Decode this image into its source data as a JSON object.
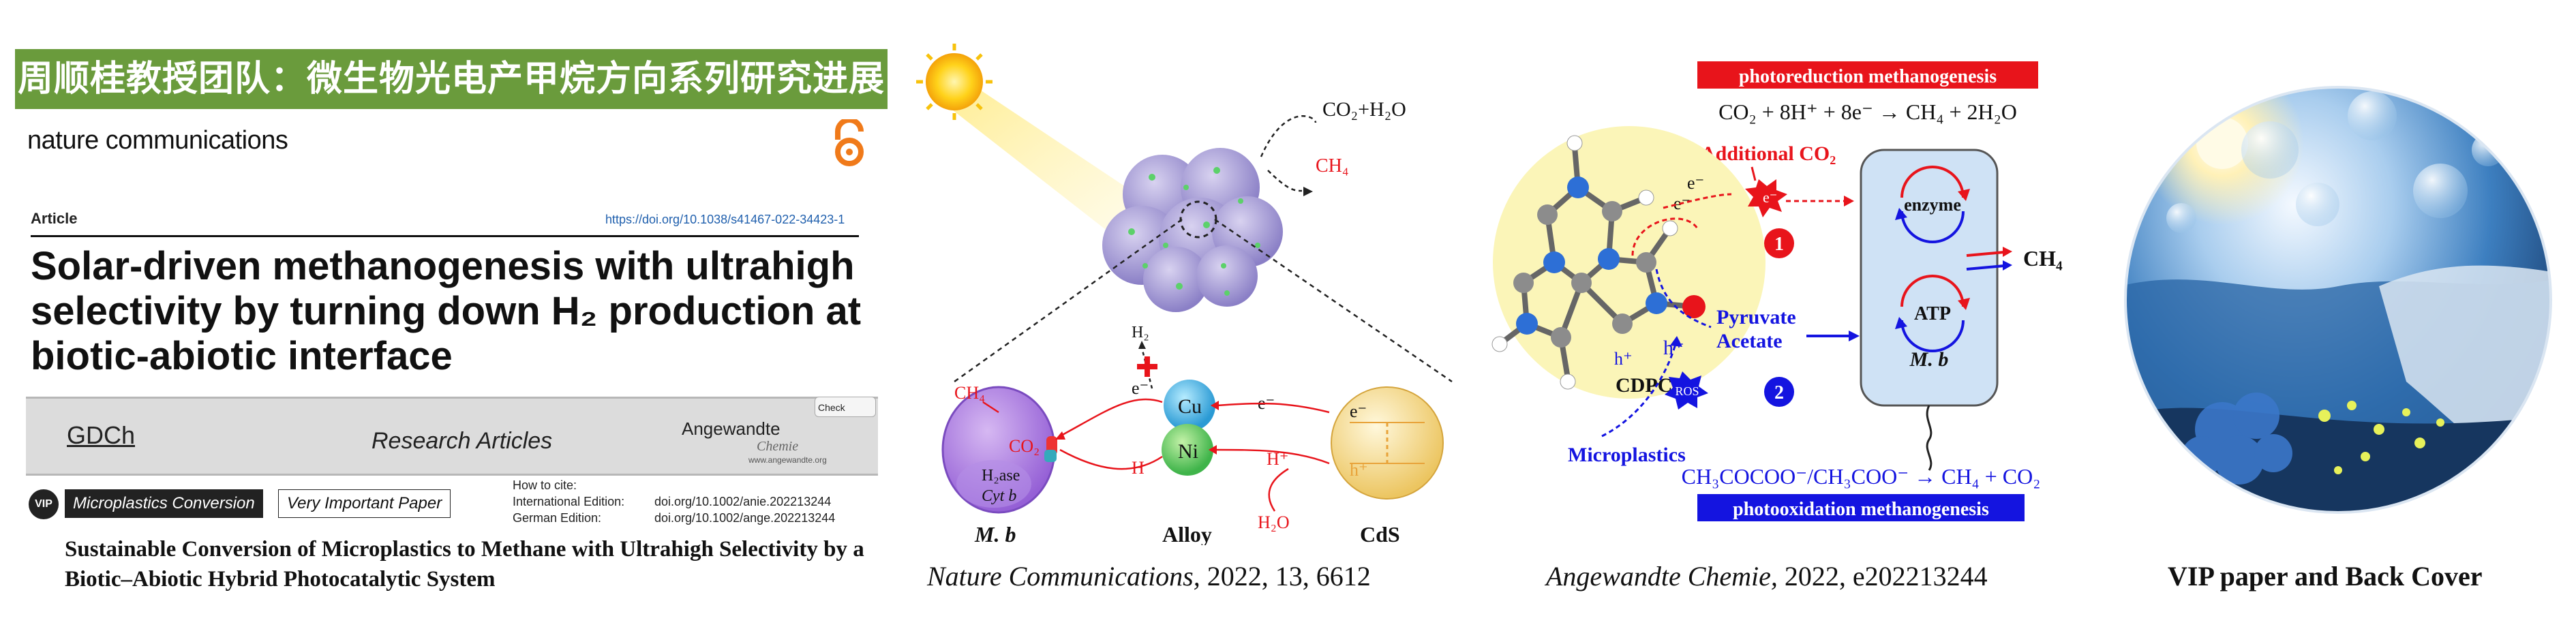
{
  "banner": "周顺桂教授团队：微生物光电产甲烷方向系列研究进展",
  "nature_article": {
    "journal": "nature communications",
    "article_type": "Article",
    "doi": "https://doi.org/10.1038/s41467-022-34423-1",
    "title": "Solar-driven methanogenesis with ultrahigh selectivity by turning down H₂ production at biotic-abiotic interface"
  },
  "angewandte_article": {
    "society": "GDCh",
    "section": "Research Articles",
    "journal_name": "Angewandte",
    "journal_subname": "Chemie",
    "check": "Check",
    "journal_url": "www.angewandte.org",
    "badge": "VIP",
    "tag": "Microplastics Conversion",
    "vip_label": "Very Important Paper",
    "cite_heading": "How to cite:",
    "intl_label": "International Edition:",
    "intl_doi": "doi.org/10.1002/anie.202213244",
    "german_label": "German Edition:",
    "german_doi": "doi.org/10.1002/ange.202213244",
    "title": "Sustainable Conversion of Microplastics to Methane with Ultrahigh Selectivity by a Biotic–Abiotic Hybrid Photocatalytic System"
  },
  "figure_nc": {
    "co2h2o": "CO₂+H₂O",
    "ch4_top": "CH₄",
    "h2": "H₂",
    "ch4_left": "CH₄",
    "co2": "CO₂",
    "hase": "H₂ase",
    "cytb": "Cyt b",
    "e_left": "e⁻",
    "h_left": "H",
    "cu": "Cu",
    "ni": "Ni",
    "e_right": "e⁻",
    "h_right": "H⁺",
    "h2o": "H₂O",
    "cds_e": "e⁻",
    "cds_h": "h⁺",
    "label_mb": "M. b",
    "label_alloy": "Alloy",
    "label_cds": "CdS",
    "caption_journal": "Nature Communications,",
    "caption_rest": " 2022, 13, 6612"
  },
  "figure_ac": {
    "title_top": "photoreduction methanogenesis",
    "equation_top": "CO₂ + 8H⁺ + 8e⁻ → CH₄ + 2H₂O",
    "additional_co2": "Additional CO₂",
    "e1": "e⁻",
    "e2": "e⁻",
    "e_badge": "e⁻",
    "step1": "1",
    "step2": "2",
    "enzyme": "enzyme",
    "atp": "ATP",
    "ch4": "CH₄",
    "cdpcn": "CDPCN",
    "hplus1": "h⁺",
    "hplus2": "h⁺",
    "ros": "ROS",
    "pyruvate": "Pyruvate",
    "acetate": "Acetate",
    "mb": "M. b",
    "microplastics": "Microplastics",
    "equation_bottom": "CH₃COCOO⁻/CH₃COO⁻ → CH₄ + CO₂",
    "title_bottom": "photooxidation methanogenesis",
    "caption_journal": "Angewandte Chemie,",
    "caption_rest": " 2022, e202213244"
  },
  "cover": {
    "caption": "VIP paper and Back Cover"
  },
  "colors": {
    "banner_green": "#6a9b3c",
    "red": "#e8141b",
    "blue": "#1414e0",
    "cover_blue": "#2f6fb0"
  }
}
